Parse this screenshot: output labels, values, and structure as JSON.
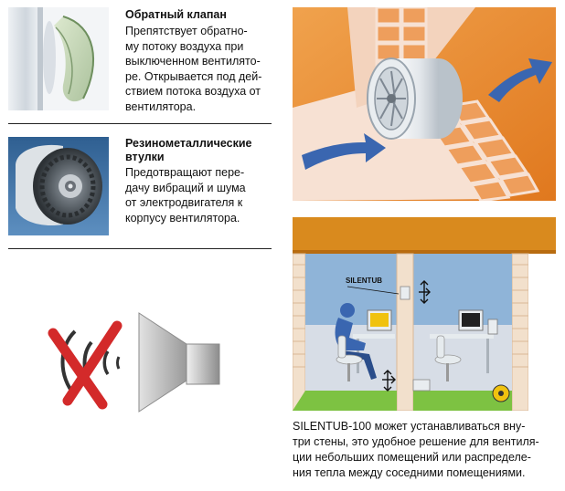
{
  "features": [
    {
      "title": "Обратный клапан",
      "lines": [
        "Препятствует обратно-",
        "му потоку воздуха при",
        "выключенном вентилято-",
        "ре. Открывается под дей-",
        "ствием потока воздуха от",
        "вентилятора."
      ]
    },
    {
      "title_lines": [
        "Резинометаллические",
        "втулки"
      ],
      "lines": [
        "Предотвращают пере-",
        "дачу вибраций и шума",
        "от электродвигателя к",
        "корпусу вентилятора."
      ]
    }
  ],
  "illustration": {
    "label": "SILENTUB"
  },
  "caption_lines": [
    "SILENTUB-100 может устанавливаться вну-",
    "три стены, это удобное решение для вентиля-",
    "ции небольших помещений или распределе-",
    "ния тепла между соседними помещениями."
  ],
  "colors": {
    "roof": "#d98a1e",
    "brick": "#e8924a",
    "wall_pink": "#f7e1d3",
    "sky_blue": "#8fb4d8",
    "floor_green": "#7dc242",
    "arrow_blue": "#3a66b0",
    "cross_red": "#d32a2a"
  }
}
